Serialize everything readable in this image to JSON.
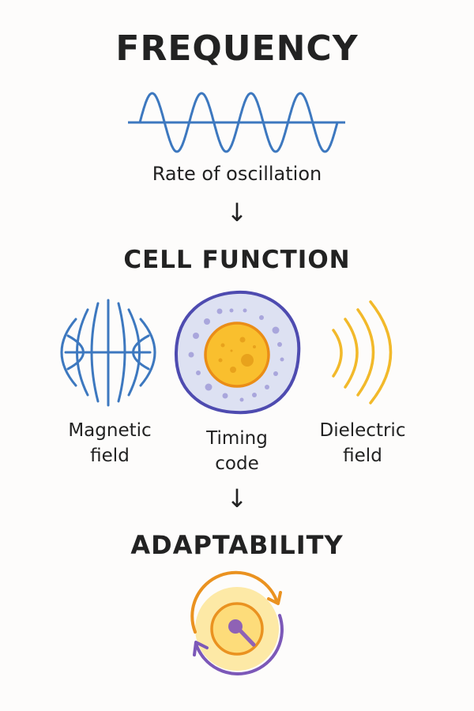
{
  "title": "FREQUENCY",
  "frequency_caption": "Rate of oscillation",
  "arrow_1": "↓",
  "section_2_title": "CELL FUNCTION",
  "labels": {
    "magnetic": [
      "Magnetic",
      "field"
    ],
    "timing": [
      "Timing",
      "code"
    ],
    "dielectric": [
      "Dielectric",
      "field"
    ]
  },
  "arrow_2": "↓",
  "section_3_title": "ADAPTABILITY",
  "colors": {
    "wave": "#3d78bf",
    "magnetic": "#3d78bf",
    "cell_membrane": "#4e4bb0",
    "cytoplasm": "#dde1f2",
    "nucleus": "#f9bf2e",
    "nucleus_border": "#ea8d17",
    "dielectric": "#f2b92a",
    "cycle_orange": "#ea9220",
    "cycle_purple": "#7c58b8"
  }
}
